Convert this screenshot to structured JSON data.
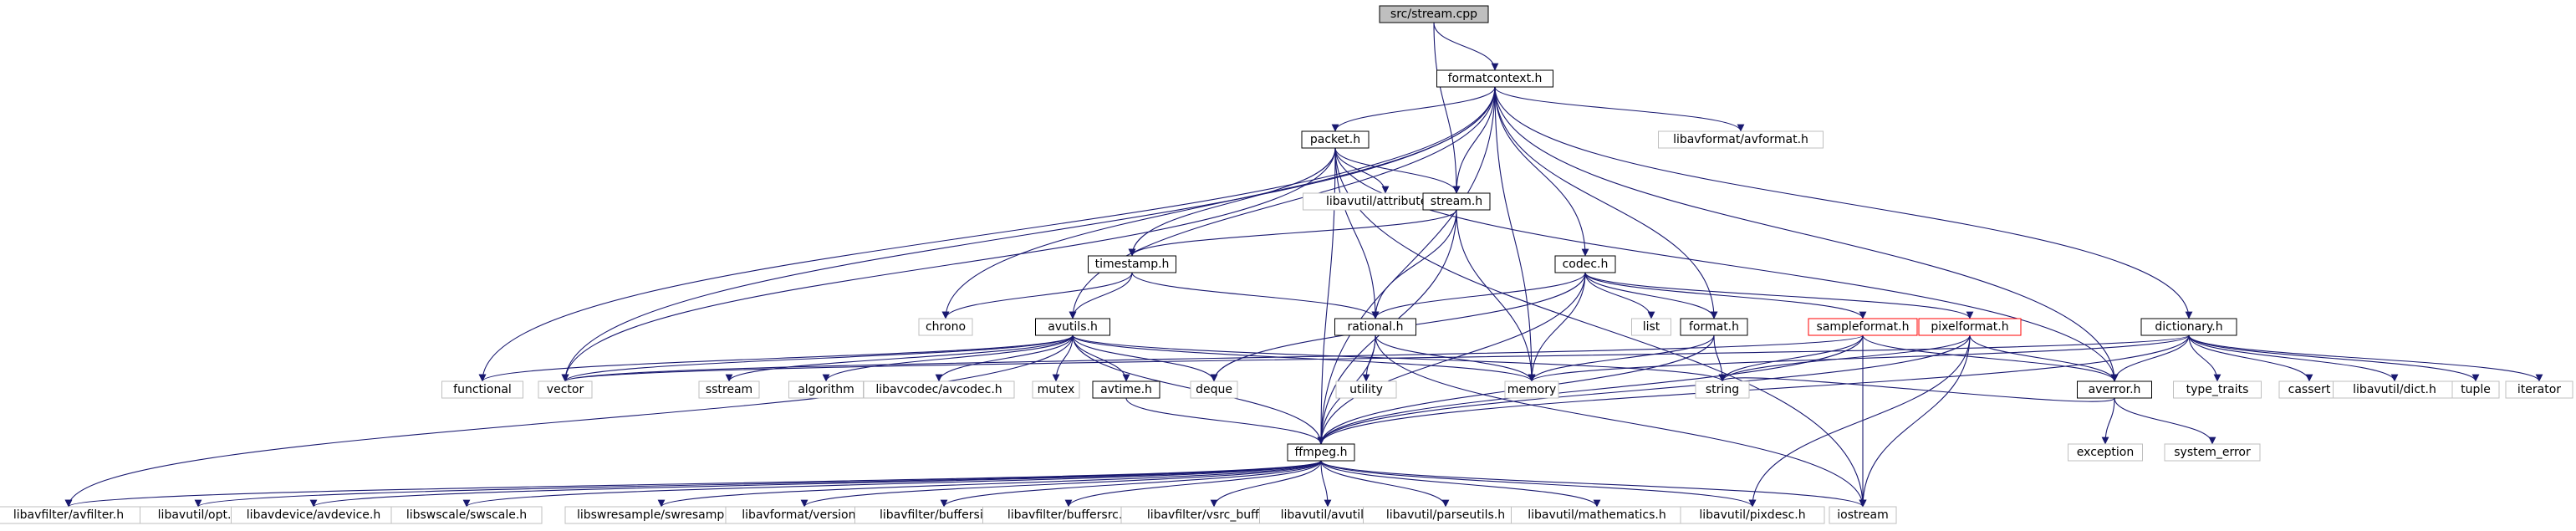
{
  "graph": {
    "root": "src/stream.cpp",
    "nodes": [
      {
        "id": "stream_cpp",
        "label": "src/stream.cpp",
        "kind": "root"
      },
      {
        "id": "formatcontext",
        "label": "formatcontext.h",
        "kind": "documented"
      },
      {
        "id": "avformat",
        "label": "libavformat/avformat.h",
        "kind": "external"
      },
      {
        "id": "packet",
        "label": "packet.h",
        "kind": "documented"
      },
      {
        "id": "attributes",
        "label": "libavutil/attributes.h",
        "kind": "external"
      },
      {
        "id": "stream_h",
        "label": "stream.h",
        "kind": "documented"
      },
      {
        "id": "timestamp",
        "label": "timestamp.h",
        "kind": "documented"
      },
      {
        "id": "codec",
        "label": "codec.h",
        "kind": "documented"
      },
      {
        "id": "chrono",
        "label": "chrono",
        "kind": "external"
      },
      {
        "id": "avutils",
        "label": "avutils.h",
        "kind": "documented"
      },
      {
        "id": "rational",
        "label": "rational.h",
        "kind": "documented"
      },
      {
        "id": "list",
        "label": "list",
        "kind": "external"
      },
      {
        "id": "format_h",
        "label": "format.h",
        "kind": "documented"
      },
      {
        "id": "sampleformat",
        "label": "sampleformat.h",
        "kind": "truncated"
      },
      {
        "id": "pixelformat",
        "label": "pixelformat.h",
        "kind": "truncated"
      },
      {
        "id": "dictionary",
        "label": "dictionary.h",
        "kind": "documented"
      },
      {
        "id": "functional",
        "label": "functional",
        "kind": "external"
      },
      {
        "id": "vector",
        "label": "vector",
        "kind": "external"
      },
      {
        "id": "sstream",
        "label": "sstream",
        "kind": "external"
      },
      {
        "id": "algorithm",
        "label": "algorithm",
        "kind": "external"
      },
      {
        "id": "avcodec",
        "label": "libavcodec/avcodec.h",
        "kind": "external"
      },
      {
        "id": "mutex",
        "label": "mutex",
        "kind": "external"
      },
      {
        "id": "avtime",
        "label": "avtime.h",
        "kind": "documented"
      },
      {
        "id": "deque",
        "label": "deque",
        "kind": "external"
      },
      {
        "id": "utility",
        "label": "utility",
        "kind": "external"
      },
      {
        "id": "memory",
        "label": "memory",
        "kind": "external"
      },
      {
        "id": "string",
        "label": "string",
        "kind": "external"
      },
      {
        "id": "averror",
        "label": "averror.h",
        "kind": "documented"
      },
      {
        "id": "type_traits",
        "label": "type_traits",
        "kind": "external"
      },
      {
        "id": "cassert",
        "label": "cassert",
        "kind": "external"
      },
      {
        "id": "dict",
        "label": "libavutil/dict.h",
        "kind": "external"
      },
      {
        "id": "tuple",
        "label": "tuple",
        "kind": "external"
      },
      {
        "id": "iterator",
        "label": "iterator",
        "kind": "external"
      },
      {
        "id": "exception",
        "label": "exception",
        "kind": "external"
      },
      {
        "id": "system_error",
        "label": "system_error",
        "kind": "external"
      },
      {
        "id": "ffmpeg",
        "label": "ffmpeg.h",
        "kind": "documented"
      },
      {
        "id": "avfilter",
        "label": "libavfilter/avfilter.h",
        "kind": "external"
      },
      {
        "id": "opt",
        "label": "libavutil/opt.h",
        "kind": "external"
      },
      {
        "id": "avdevice",
        "label": "libavdevice/avdevice.h",
        "kind": "external"
      },
      {
        "id": "swscale",
        "label": "libswscale/swscale.h",
        "kind": "external"
      },
      {
        "id": "swresample",
        "label": "libswresample/swresample.h",
        "kind": "external"
      },
      {
        "id": "version",
        "label": "libavformat/version.h",
        "kind": "external"
      },
      {
        "id": "buffersink",
        "label": "libavfilter/buffersink.h",
        "kind": "external"
      },
      {
        "id": "buffersrc",
        "label": "libavfilter/buffersrc.h",
        "kind": "external"
      },
      {
        "id": "vsrc_buffer",
        "label": "libavfilter/vsrc_buffer.h",
        "kind": "external"
      },
      {
        "id": "avutil",
        "label": "libavutil/avutil.h",
        "kind": "external"
      },
      {
        "id": "parseutils",
        "label": "libavutil/parseutils.h",
        "kind": "external"
      },
      {
        "id": "mathematics",
        "label": "libavutil/mathematics.h",
        "kind": "external"
      },
      {
        "id": "pixdesc",
        "label": "libavutil/pixdesc.h",
        "kind": "external"
      },
      {
        "id": "iostream",
        "label": "iostream",
        "kind": "external"
      }
    ],
    "edges": [
      [
        "stream_cpp",
        "formatcontext"
      ],
      [
        "stream_cpp",
        "stream_h"
      ],
      [
        "formatcontext",
        "avformat"
      ],
      [
        "formatcontext",
        "packet"
      ],
      [
        "formatcontext",
        "stream_h"
      ],
      [
        "formatcontext",
        "codec"
      ],
      [
        "formatcontext",
        "dictionary"
      ],
      [
        "formatcontext",
        "chrono"
      ],
      [
        "formatcontext",
        "functional"
      ],
      [
        "formatcontext",
        "vector"
      ],
      [
        "formatcontext",
        "avutils"
      ],
      [
        "formatcontext",
        "memory"
      ],
      [
        "formatcontext",
        "format_h"
      ],
      [
        "formatcontext",
        "averror"
      ],
      [
        "formatcontext",
        "ffmpeg"
      ],
      [
        "packet",
        "attributes"
      ],
      [
        "packet",
        "stream_h"
      ],
      [
        "packet",
        "timestamp"
      ],
      [
        "packet",
        "rational"
      ],
      [
        "packet",
        "ffmpeg"
      ],
      [
        "packet",
        "averror"
      ],
      [
        "packet",
        "iostream"
      ],
      [
        "packet",
        "vector"
      ],
      [
        "stream_h",
        "timestamp"
      ],
      [
        "stream_h",
        "rational"
      ],
      [
        "stream_h",
        "memory"
      ],
      [
        "stream_h",
        "ffmpeg"
      ],
      [
        "timestamp",
        "chrono"
      ],
      [
        "timestamp",
        "avutils"
      ],
      [
        "timestamp",
        "rational"
      ],
      [
        "codec",
        "list"
      ],
      [
        "codec",
        "rational"
      ],
      [
        "codec",
        "format_h"
      ],
      [
        "codec",
        "sampleformat"
      ],
      [
        "codec",
        "pixelformat"
      ],
      [
        "codec",
        "memory"
      ],
      [
        "codec",
        "deque"
      ],
      [
        "codec",
        "ffmpeg"
      ],
      [
        "avutils",
        "functional"
      ],
      [
        "avutils",
        "vector"
      ],
      [
        "avutils",
        "sstream"
      ],
      [
        "avutils",
        "algorithm"
      ],
      [
        "avutils",
        "avcodec"
      ],
      [
        "avutils",
        "mutex"
      ],
      [
        "avutils",
        "avtime"
      ],
      [
        "avutils",
        "deque"
      ],
      [
        "avutils",
        "memory"
      ],
      [
        "avutils",
        "string"
      ],
      [
        "avutils",
        "ffmpeg"
      ],
      [
        "avutils",
        "avfilter"
      ],
      [
        "rational",
        "utility"
      ],
      [
        "rational",
        "memory"
      ],
      [
        "rational",
        "ffmpeg"
      ],
      [
        "rational",
        "iostream"
      ],
      [
        "format_h",
        "memory"
      ],
      [
        "format_h",
        "string"
      ],
      [
        "format_h",
        "ffmpeg"
      ],
      [
        "sampleformat",
        "string"
      ],
      [
        "sampleformat",
        "averror"
      ],
      [
        "sampleformat",
        "ffmpeg"
      ],
      [
        "sampleformat",
        "iostream"
      ],
      [
        "sampleformat",
        "vector"
      ],
      [
        "pixelformat",
        "string"
      ],
      [
        "pixelformat",
        "averror"
      ],
      [
        "pixelformat",
        "ffmpeg"
      ],
      [
        "pixelformat",
        "pixdesc"
      ],
      [
        "pixelformat",
        "iostream"
      ],
      [
        "dictionary",
        "type_traits"
      ],
      [
        "dictionary",
        "cassert"
      ],
      [
        "dictionary",
        "dict"
      ],
      [
        "dictionary",
        "tuple"
      ],
      [
        "dictionary",
        "iterator"
      ],
      [
        "dictionary",
        "memory"
      ],
      [
        "dictionary",
        "averror"
      ],
      [
        "dictionary",
        "ffmpeg"
      ],
      [
        "dictionary",
        "vector"
      ],
      [
        "averror",
        "exception"
      ],
      [
        "averror",
        "system_error"
      ],
      [
        "averror",
        "string"
      ],
      [
        "avtime",
        "ffmpeg"
      ],
      [
        "ffmpeg",
        "avfilter"
      ],
      [
        "ffmpeg",
        "opt"
      ],
      [
        "ffmpeg",
        "avdevice"
      ],
      [
        "ffmpeg",
        "swscale"
      ],
      [
        "ffmpeg",
        "swresample"
      ],
      [
        "ffmpeg",
        "version"
      ],
      [
        "ffmpeg",
        "buffersink"
      ],
      [
        "ffmpeg",
        "buffersrc"
      ],
      [
        "ffmpeg",
        "vsrc_buffer"
      ],
      [
        "ffmpeg",
        "avutil"
      ],
      [
        "ffmpeg",
        "parseutils"
      ],
      [
        "ffmpeg",
        "mathematics"
      ],
      [
        "ffmpeg",
        "pixdesc"
      ],
      [
        "ffmpeg",
        "iostream"
      ]
    ]
  }
}
